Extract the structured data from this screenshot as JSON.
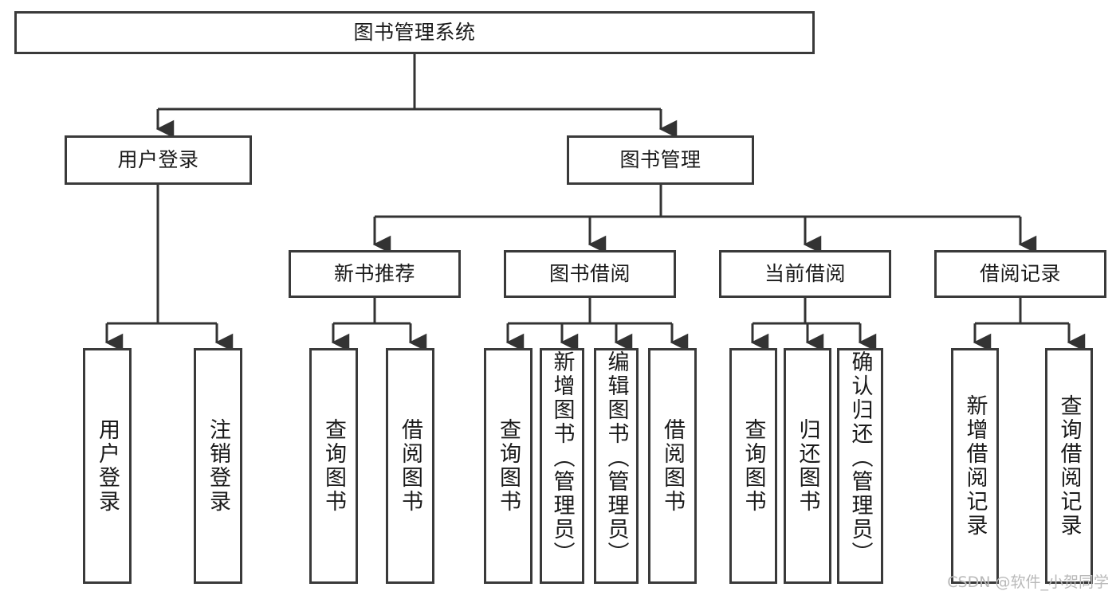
{
  "diagram": {
    "type": "tree-hierarchy",
    "title": "图书管理系统",
    "watermark": "CSDN @软件_小贺同学",
    "colors": {
      "box_border": "#3a3a3a",
      "box_fill": "#ffffff",
      "connector": "#333333",
      "text": "#1a1a1a",
      "watermark": "#b9b9b9",
      "background": "#ffffff"
    },
    "levels": {
      "root": [
        "图书管理系统"
      ],
      "level2": [
        "用户登录",
        "图书管理"
      ],
      "level3": [
        "新书推荐",
        "图书借阅",
        "当前借阅",
        "借阅记录"
      ],
      "leaves": [
        "用户登录",
        "注销登录",
        "查询图书",
        "借阅图书",
        "查询图书",
        "新增图书（管理员）",
        "编辑图书（管理员）",
        "借阅图书",
        "查询图书",
        "归还图书",
        "确认归还（管理员）",
        "新增借阅记录",
        "查询借阅记录"
      ]
    },
    "nodes": {
      "root": {
        "label": "图书管理系统"
      },
      "user_login": {
        "label": "用户登录"
      },
      "book_mgmt": {
        "label": "图书管理"
      },
      "new_book_rec": {
        "label": "新书推荐"
      },
      "book_borrow": {
        "label": "图书借阅"
      },
      "current_borrow": {
        "label": "当前借阅"
      },
      "borrow_record": {
        "label": "借阅记录"
      },
      "leaf_user_login": {
        "label": "用户登录"
      },
      "leaf_logout": {
        "label": "注销登录"
      },
      "leaf_query_book_1": {
        "label": "查询图书"
      },
      "leaf_borrow_book_1": {
        "label": "借阅图书"
      },
      "leaf_query_book_2": {
        "label": "查询图书"
      },
      "leaf_add_book_admin": {
        "label": "新增图书（管理员）"
      },
      "leaf_edit_book_admin": {
        "label": "编辑图书（管理员）"
      },
      "leaf_borrow_book_2": {
        "label": "借阅图书"
      },
      "leaf_query_book_3": {
        "label": "查询图书"
      },
      "leaf_return_book": {
        "label": "归还图书"
      },
      "leaf_confirm_return_admin": {
        "label": "确认归还（管理员）"
      },
      "leaf_add_borrow_record": {
        "label": "新增借阅记录"
      },
      "leaf_query_borrow_record": {
        "label": "查询借阅记录"
      }
    },
    "edges": [
      {
        "from": "root",
        "to": "user_login"
      },
      {
        "from": "root",
        "to": "book_mgmt"
      },
      {
        "from": "user_login",
        "to": "leaf_user_login"
      },
      {
        "from": "user_login",
        "to": "leaf_logout"
      },
      {
        "from": "book_mgmt",
        "to": "new_book_rec"
      },
      {
        "from": "book_mgmt",
        "to": "book_borrow"
      },
      {
        "from": "book_mgmt",
        "to": "current_borrow"
      },
      {
        "from": "book_mgmt",
        "to": "borrow_record"
      },
      {
        "from": "new_book_rec",
        "to": "leaf_query_book_1"
      },
      {
        "from": "new_book_rec",
        "to": "leaf_borrow_book_1"
      },
      {
        "from": "book_borrow",
        "to": "leaf_query_book_2"
      },
      {
        "from": "book_borrow",
        "to": "leaf_add_book_admin"
      },
      {
        "from": "book_borrow",
        "to": "leaf_edit_book_admin"
      },
      {
        "from": "book_borrow",
        "to": "leaf_borrow_book_2"
      },
      {
        "from": "current_borrow",
        "to": "leaf_query_book_3"
      },
      {
        "from": "current_borrow",
        "to": "leaf_return_book"
      },
      {
        "from": "current_borrow",
        "to": "leaf_confirm_return_admin"
      },
      {
        "from": "borrow_record",
        "to": "leaf_add_borrow_record"
      },
      {
        "from": "borrow_record",
        "to": "leaf_query_borrow_record"
      }
    ]
  }
}
